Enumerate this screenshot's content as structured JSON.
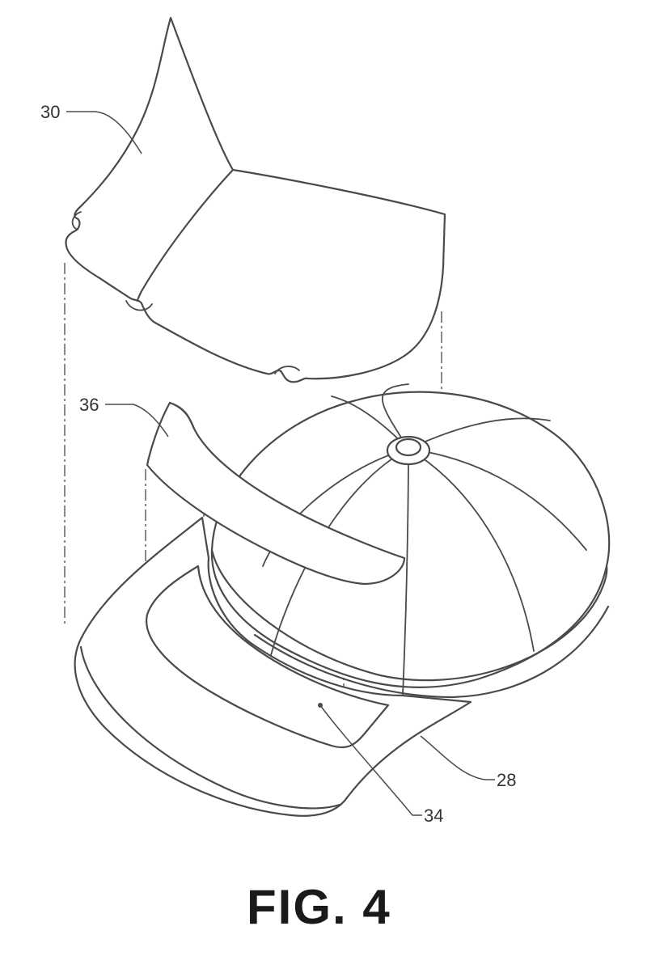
{
  "figure": {
    "caption": "FIG. 4",
    "reference_numerals": {
      "insert": "30",
      "strip": "36",
      "visor": "28",
      "hole": "34"
    }
  }
}
